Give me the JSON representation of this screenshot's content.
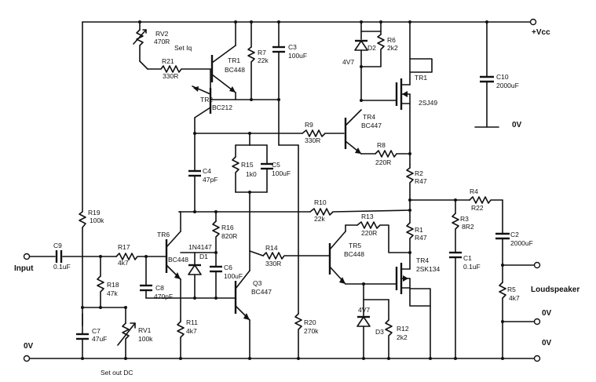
{
  "labels": {
    "vcc": "+Vcc",
    "zero_v_right": "0V",
    "zero_v_left": "0V",
    "zero_v_out1": "0V",
    "zero_v_out2": "0V",
    "input": "Input",
    "loudspeaker": "Loudspeaker",
    "set_iq": "Set Iq",
    "set_out_dc": "Set out DC"
  },
  "components": {
    "rv2": {
      "name": "RV2",
      "value": "470R"
    },
    "r21": {
      "name": "R21",
      "value": "330R"
    },
    "tr1a": {
      "name": "TR1",
      "value": "BC448"
    },
    "tr2": {
      "name": "TR2",
      "value": "BC212"
    },
    "r7": {
      "name": "R7",
      "value": "22k"
    },
    "c3": {
      "name": "C3",
      "value": "100uF"
    },
    "d2": {
      "name": "D2",
      "value": "4V7"
    },
    "r6": {
      "name": "R6",
      "value": "2k2"
    },
    "tr1b": {
      "name": "TR1",
      "value": "2SJ49"
    },
    "c10": {
      "name": "C10",
      "value": "2000uF"
    },
    "tr4a": {
      "name": "TR4",
      "value": "BC447"
    },
    "r9": {
      "name": "R9",
      "value": "330R"
    },
    "r8": {
      "name": "R8",
      "value": "220R"
    },
    "r15": {
      "name": "R15",
      "value": "1k0"
    },
    "c5": {
      "name": "C5",
      "value": "100uF"
    },
    "c4": {
      "name": "C4",
      "value": "47pF"
    },
    "r2": {
      "name": "R2",
      "value": "R47"
    },
    "r19": {
      "name": "R19",
      "value": "100k"
    },
    "r10": {
      "name": "R10",
      "value": "22k"
    },
    "r4": {
      "name": "R4",
      "value": "R22"
    },
    "r3": {
      "name": "R3",
      "value": "8R2"
    },
    "c2": {
      "name": "C2",
      "value": "2000uF"
    },
    "tr6": {
      "name": "TR6",
      "value": "BC448"
    },
    "r16": {
      "name": "R16",
      "value": "820R"
    },
    "d1": {
      "name": "D1",
      "value": "1N4147"
    },
    "c6": {
      "name": "C6",
      "value": "100uF"
    },
    "r13": {
      "name": "R13",
      "value": "220R"
    },
    "r1": {
      "name": "R1",
      "value": "R47"
    },
    "c9": {
      "name": "C9",
      "value": "0.1uF"
    },
    "r17": {
      "name": "R17",
      "value": "4k7"
    },
    "r14": {
      "name": "R14",
      "value": "330R"
    },
    "tr5": {
      "name": "TR5",
      "value": "BC448"
    },
    "tr4b": {
      "name": "TR4",
      "value": "2SK134"
    },
    "c1": {
      "name": "C1",
      "value": "0.1uF"
    },
    "r18": {
      "name": "R18",
      "value": "47k"
    },
    "c8": {
      "name": "C8",
      "value": "470pF"
    },
    "q3": {
      "name": "Q3",
      "value": "BC447"
    },
    "r5": {
      "name": "R5",
      "value": "4k7"
    },
    "c7": {
      "name": "C7",
      "value": "47uF"
    },
    "rv1": {
      "name": "RV1",
      "value": "100k"
    },
    "r11": {
      "name": "R11",
      "value": "4k7"
    },
    "r20": {
      "name": "R20",
      "value": "270k"
    },
    "d3": {
      "name": "D3",
      "value": "4V7"
    },
    "r12": {
      "name": "R12",
      "value": "2k2"
    }
  }
}
